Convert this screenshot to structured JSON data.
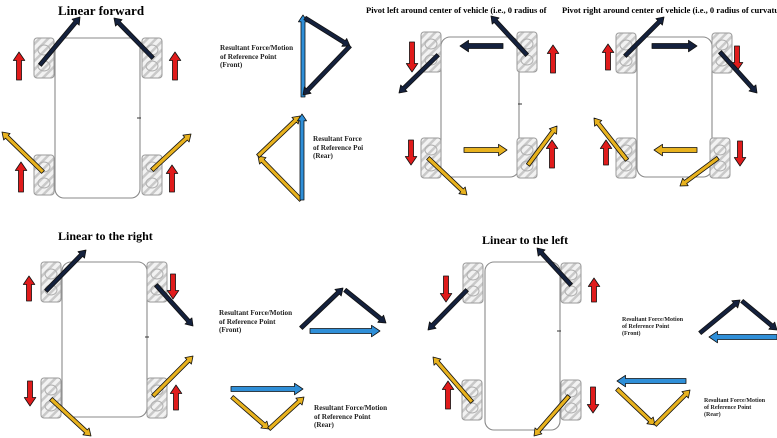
{
  "colors": {
    "red_arrow": "#e01b1b",
    "navy_arrow": "#14213d",
    "gold_arrow": "#e8b21e",
    "blue_arrow": "#2f8fd8",
    "body_outline": "#8a8a8a"
  },
  "panels": {
    "linear_forward": {
      "title": "Linear forward",
      "caption_front": [
        "Resultant Force/Motion",
        "of Reference Point",
        "(Front)"
      ],
      "caption_rear": [
        "Resultant Force",
        "of Reference Poi",
        "(Rear)"
      ]
    },
    "pivot_left": {
      "title": "Pivot left around center of vehicle (i.e., 0 radius of"
    },
    "pivot_right": {
      "title": "Pivot right around center of vehicle (i.e., 0 radius of curvatu"
    },
    "linear_right": {
      "title": "Linear to the right",
      "caption_front": [
        "Resultant Force/Motion",
        "of Reference Point",
        "(Front)"
      ],
      "caption_rear": [
        "Resultant Force/Motion",
        "of Reference Point",
        "(Rear)"
      ]
    },
    "linear_left": {
      "title": "Linear to the left",
      "caption_front": [
        "Resultant Force/Motion",
        "of Reference Point",
        "(Front)"
      ],
      "caption_rear": [
        "Resultant Force/Motion",
        "of Reference Point",
        "(Rear)"
      ]
    }
  },
  "wheel_icon": "mecanum-wheel-icon"
}
